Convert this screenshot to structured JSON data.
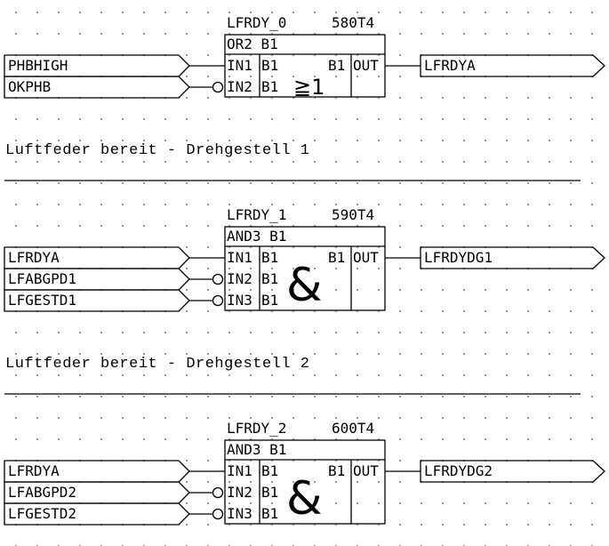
{
  "blocks": [
    {
      "name": "LFRDY_0",
      "number": "580T4",
      "type": "OR2 B1",
      "inputs": [
        {
          "signal": "PHBHIGH",
          "pin": "IN1",
          "ptype": "B1",
          "negated": false
        },
        {
          "signal": "OKPHB",
          "pin": "IN2",
          "ptype": "B1",
          "negated": true
        }
      ],
      "symbol": "≧1",
      "out_type": "B1",
      "out_pin": "OUT",
      "output": "LFRDYA"
    },
    {
      "name": "LFRDY_1",
      "number": "590T4",
      "type": "AND3 B1",
      "inputs": [
        {
          "signal": "LFRDYA",
          "pin": "IN1",
          "ptype": "B1",
          "negated": false
        },
        {
          "signal": "LFABGPD1",
          "pin": "IN2",
          "ptype": "B1",
          "negated": true
        },
        {
          "signal": "LFGESTD1",
          "pin": "IN3",
          "ptype": "B1",
          "negated": true
        }
      ],
      "symbol": "&",
      "out_type": "B1",
      "out_pin": "OUT",
      "output": "LFRDYDG1"
    },
    {
      "name": "LFRDY_2",
      "number": "600T4",
      "type": "AND3 B1",
      "inputs": [
        {
          "signal": "LFRDYA",
          "pin": "IN1",
          "ptype": "B1",
          "negated": false
        },
        {
          "signal": "LFABGPD2",
          "pin": "IN2",
          "ptype": "B1",
          "negated": true
        },
        {
          "signal": "LFGESTD2",
          "pin": "IN3",
          "ptype": "B1",
          "negated": true
        }
      ],
      "symbol": "&",
      "out_type": "B1",
      "out_pin": "OUT",
      "output": "LFRDYDG2"
    }
  ],
  "comments": [
    "Luftfeder bereit - Drehgestell 1",
    "Luftfeder bereit - Drehgestell 2"
  ]
}
